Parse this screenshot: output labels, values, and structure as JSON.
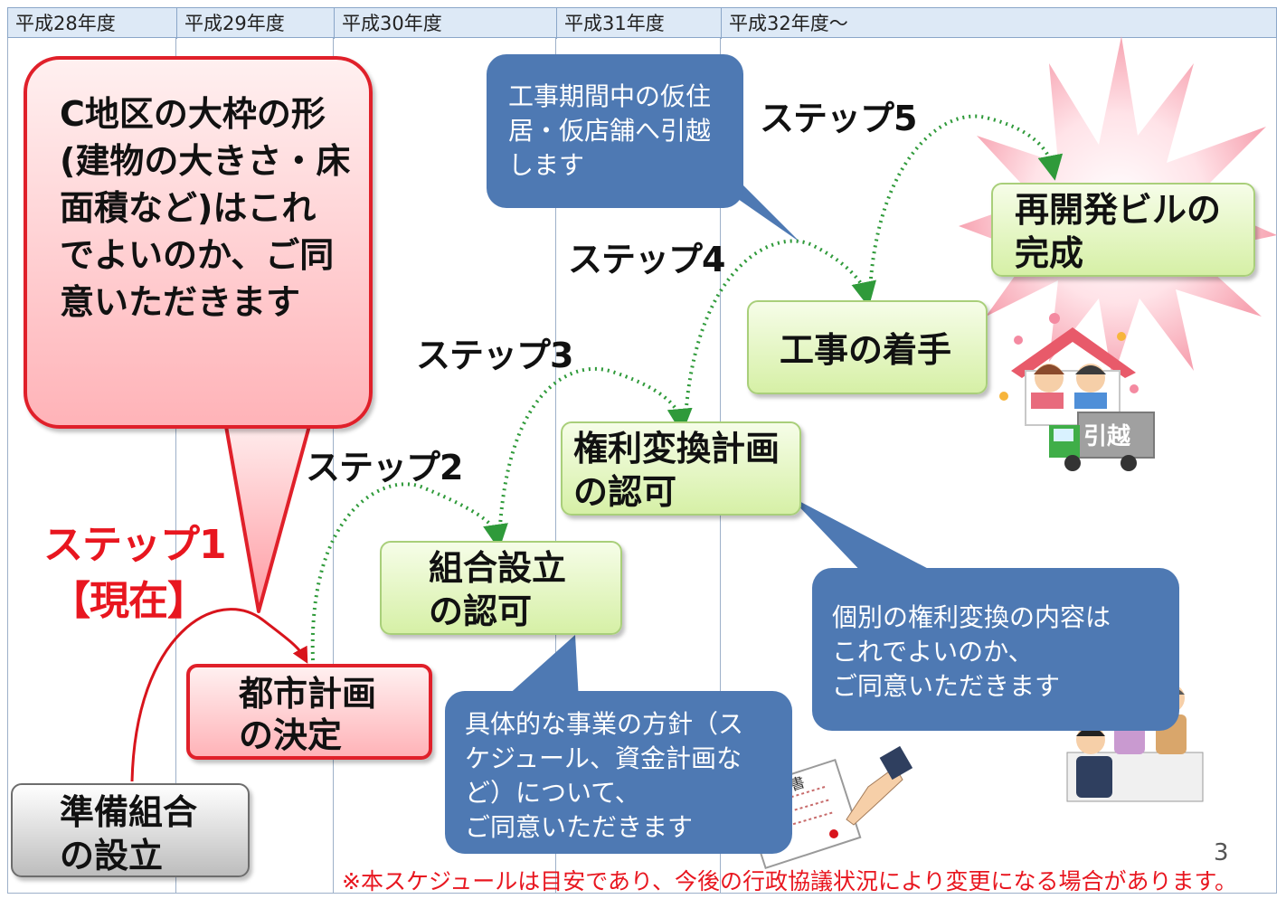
{
  "years": [
    "平成28年度",
    "平成29年度",
    "平成30年度",
    "平成31年度",
    "平成32年度～"
  ],
  "steps": {
    "step1": "ステップ1",
    "step1_now": "【現在】",
    "step2": "ステップ2",
    "step3": "ステップ3",
    "step4": "ステップ4",
    "step5": "ステップ5"
  },
  "boxes": {
    "prep_assoc": "準備組合\nの設立",
    "city_plan": "都市計画\nの決定",
    "assoc_approval": "組合設立\nの認可",
    "rights_plan": "権利変換計画\nの認可",
    "construction_start": "工事の着手",
    "building_complete": "再開発ビルの\n完成"
  },
  "callouts": {
    "district_outline": "C地区の大枠の形\n(建物の大きさ・床\n面積など)はこれ\nでよいのか、ご同\n意いただきます",
    "temp_housing": "工事期間中の仮住\n居・仮店舗へ引越\nします",
    "individual_rights": "個別の権利変換の内容は\nこれでよいのか、\nご同意いただきます",
    "business_policy": "具体的な事業の方針（ス\nケジュール、資金計画な\nど）について、\nご同意いただきます"
  },
  "illustrations": {
    "moving_truck_label": "引越",
    "consent_doc_label": "同意書"
  },
  "footnote": "※本スケジュールは目安であり、今後の行政協議状況により変更になる場合があります。",
  "page_number": "3",
  "colors": {
    "header_bg": "#dde9f6",
    "accent_red": "#e8161f",
    "callout_blue": "#4e79b3",
    "arrow_green": "#2f9a3a",
    "box_green": "#d6f0a6"
  }
}
